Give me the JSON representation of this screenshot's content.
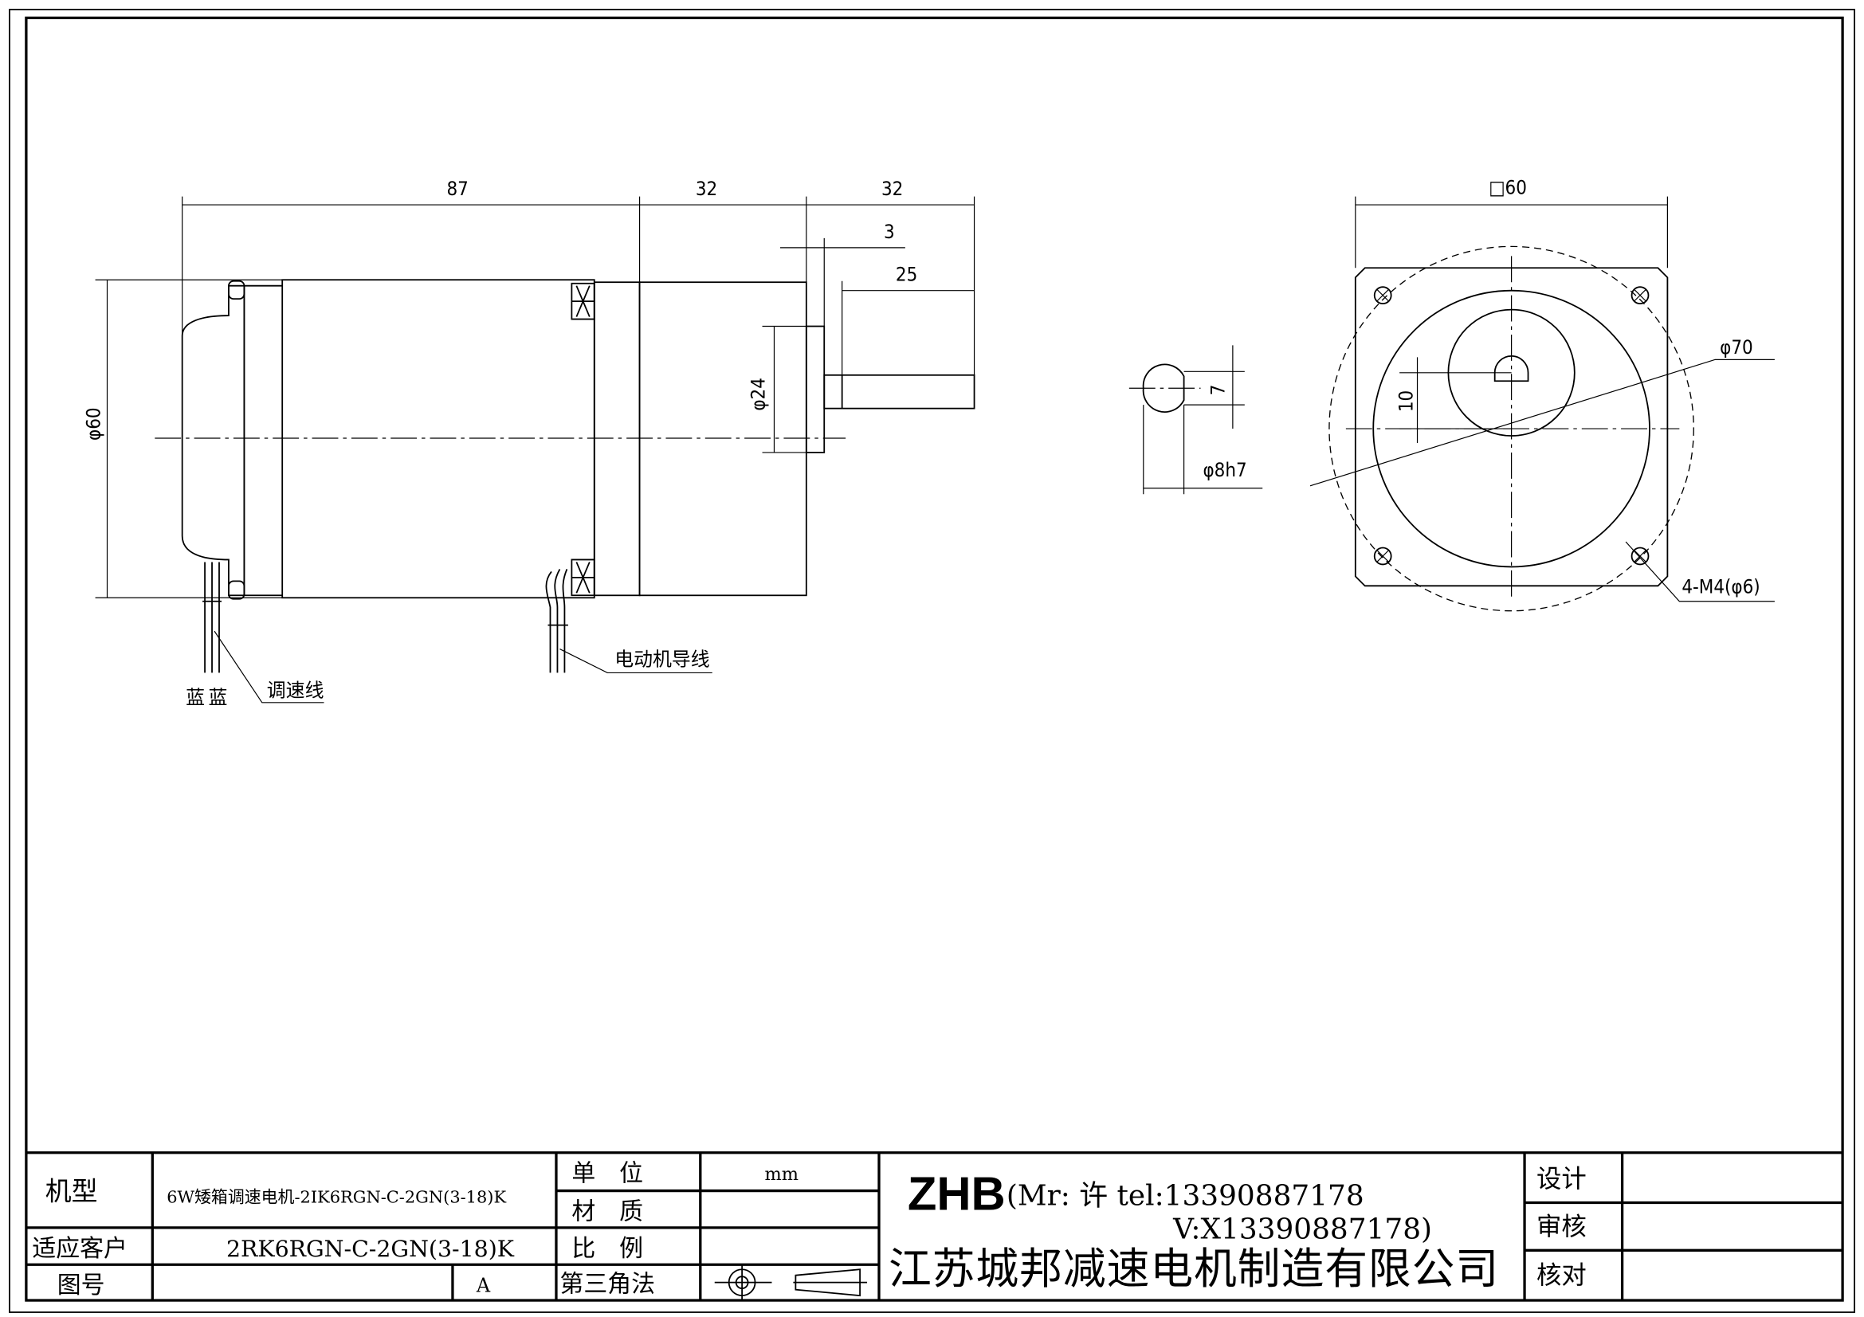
{
  "drawing": {
    "dimensions": {
      "body_length": "87",
      "gearbox_length": "32",
      "shaft_length": "32",
      "boss_height": "3",
      "key_length": "25",
      "motor_diameter": "φ60",
      "boss_diameter": "φ24",
      "flat_depth": "7",
      "shaft_diameter": "φ8h7",
      "flange_square": "□60",
      "bolt_circle": "φ70",
      "shaft_offset": "10",
      "mount_holes": "4-M4(φ6)"
    },
    "labels": {
      "wire_color_1": "蓝",
      "wire_color_2": "蓝",
      "speed_wire": "调速线",
      "motor_lead": "电动机导线"
    }
  },
  "title_block": {
    "model_label": "机型",
    "model_value": "6W矮箱调速电机-2IK6RGN-C-2GN(3-18)K",
    "customer_label": "适应客户",
    "customer_value": "2RK6RGN-C-2GN(3-18)K",
    "drawing_no_label": "图号",
    "drawing_no_value": "",
    "revision": "A",
    "unit_label": "单　位",
    "unit_value": "mm",
    "material_label": "材　质",
    "material_value": "",
    "scale_label": "比　例",
    "scale_value": "",
    "projection_label": "第三角法",
    "brand": "ZHB",
    "contact_line1": "(Mr: 许 tel:13390887178",
    "contact_line2": "V:X13390887178)",
    "company": "江苏城邦减速电机制造有限公司",
    "design_label": "设计",
    "review_label": "审核",
    "check_label": "核对"
  }
}
